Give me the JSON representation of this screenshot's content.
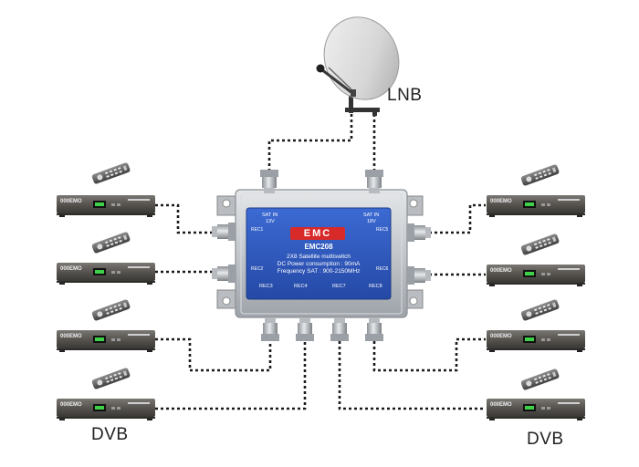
{
  "labels": {
    "lnb": "LNB",
    "dvb_left": "DVB",
    "dvb_right": "DVB"
  },
  "multiswitch": {
    "brand": "EMC",
    "model": "EMC208",
    "desc_line1": "2X8 Satellite multiswitch",
    "desc_line2": "DC Power consumption : 90mA",
    "desc_line3": "Frequency SAT : 900-2150MHz",
    "sat_in_left": "SAT IN",
    "sat_in_left_v": "13V",
    "sat_in_right": "SAT IN",
    "sat_in_right_v": "18V",
    "rec1": "REC1",
    "rec2": "REC2",
    "rec3": "REC3",
    "rec4": "REC4",
    "rec5": "REC5",
    "rec6": "REC6",
    "rec7": "REC7",
    "rec8": "REC8"
  },
  "receiver": {
    "brand": "000EMO",
    "display": "888"
  },
  "colors": {
    "panel_blue": "#2f5cc4",
    "metal": "#c9cdd2",
    "cable": "#1a1a1a",
    "receiver_body": "#5a5856"
  }
}
